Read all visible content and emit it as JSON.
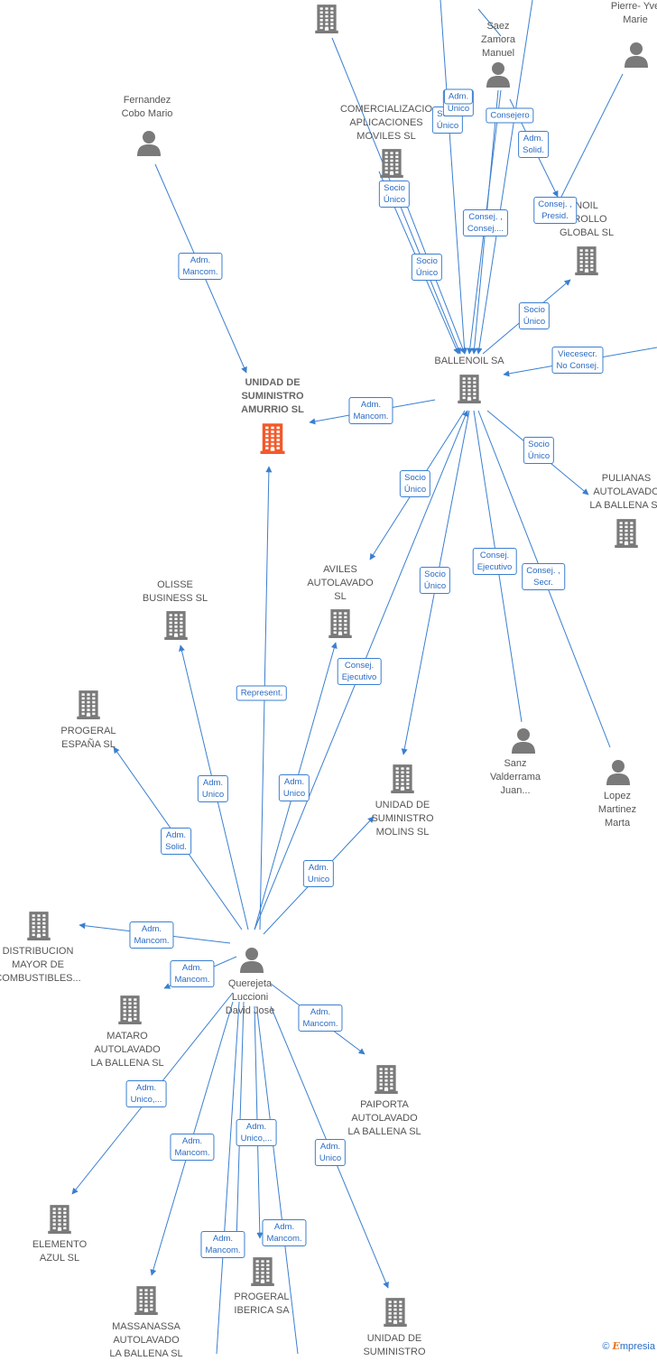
{
  "colors": {
    "edge": "#3a7fd0",
    "node": "#7a7a7a",
    "highlight": "#f25a2a"
  },
  "nodes": {
    "bldg_top": {
      "label": "",
      "type": "company"
    },
    "saez": {
      "label": "Saez\nZamora\nManuel",
      "type": "person"
    },
    "pierre": {
      "label": "Pierre- Yve\nMarie",
      "type": "person"
    },
    "fernandez": {
      "label": "Fernandez\nCobo Mario",
      "type": "person"
    },
    "comercializacion": {
      "label": "COMERCIALIZACIO\nAPLICACIONES\nMOVILES  SL",
      "type": "company"
    },
    "desarrollo": {
      "label": "NOIL\nRROLLO\nGLOBAL  SL",
      "type": "company"
    },
    "ballenoil": {
      "label": "BALLENOIL SA",
      "type": "company"
    },
    "unidad_amurrio": {
      "label": "UNIDAD DE\nSUMINISTRO\nAMURRIO  SL",
      "type": "company-main"
    },
    "pulianas": {
      "label": "PULIANAS\nAUTOLAVADO\nLA BALLENA SL",
      "type": "company"
    },
    "olisse": {
      "label": "OLISSE\nBUSINESS  SL",
      "type": "company"
    },
    "aviles": {
      "label": "AVILES\nAUTOLAVADO\nSL",
      "type": "company"
    },
    "progeral_es": {
      "label": "PROGERAL\nESPAÑA SL",
      "type": "company"
    },
    "sanz": {
      "label": "Sanz\nValderrama\nJuan...",
      "type": "person"
    },
    "lopez": {
      "label": "Lopez\nMartinez\nMarta",
      "type": "person"
    },
    "unidad_molins": {
      "label": "UNIDAD DE\nSUMINISTRO\nMOLINS SL",
      "type": "company"
    },
    "distribucion": {
      "label": "DISTRIBUCION\nMAYOR DE\nCOMBUSTIBLES...",
      "type": "company"
    },
    "querejeta": {
      "label": "Querejeta\nLuccioni\nDavid Jose",
      "type": "person"
    },
    "mataro": {
      "label": "MATARO\nAUTOLAVADO\nLA BALLENA SL",
      "type": "company"
    },
    "paiporta": {
      "label": "PAIPORTA\nAUTOLAVADO\nLA BALLENA  SL",
      "type": "company"
    },
    "elemento": {
      "label": "ELEMENTO\nAZUL SL",
      "type": "company"
    },
    "progeral_ib": {
      "label": "PROGERAL\nIBERICA SA",
      "type": "company"
    },
    "massanassa": {
      "label": "MASSANASSA\nAUTOLAVADO\nLA BALLENA  SL",
      "type": "company"
    },
    "unidad_bottom": {
      "label": "UNIDAD DE\nSUMINISTRO",
      "type": "company"
    }
  },
  "edge_labels": [
    "Adm.\nMancom.",
    "Adm.\nMancom.",
    "Socio\nÚnico",
    "Socio\nÚnico",
    "Socio\nÚnico",
    "Adm.\nUnico",
    "Adm.",
    "Consejero",
    "Adm.\nSolid.",
    "Consej. ,\nPresid.",
    "Consej. ,\nConsej....",
    "Socio\nÚnico",
    "Viecesecr.\nNo Consej.",
    "Socio\nÚnico",
    "Socio\nÚnico",
    "Consej.\nEjecutivo",
    "Consej. ,\nSecr.",
    "Socio\nÚnico",
    "Represent.",
    "Consej.\nEjecutivo",
    "Adm.\nUnico",
    "Adm.\nUnico",
    "Adm.\nSolid.",
    "Adm.\nUnico",
    "Adm.\nMancom.",
    "Adm.\nMancom.",
    "Adm.\nMancom.",
    "Adm.\nUnico,...",
    "Adm.\nMancom.",
    "Adm.\nUnico,...",
    "Adm.\nUnico",
    "Adm.\nMancom.",
    "Adm.\nMancom."
  ],
  "footer": {
    "copyright": "©",
    "brand_first": "E",
    "brand_rest": "mpresia"
  }
}
